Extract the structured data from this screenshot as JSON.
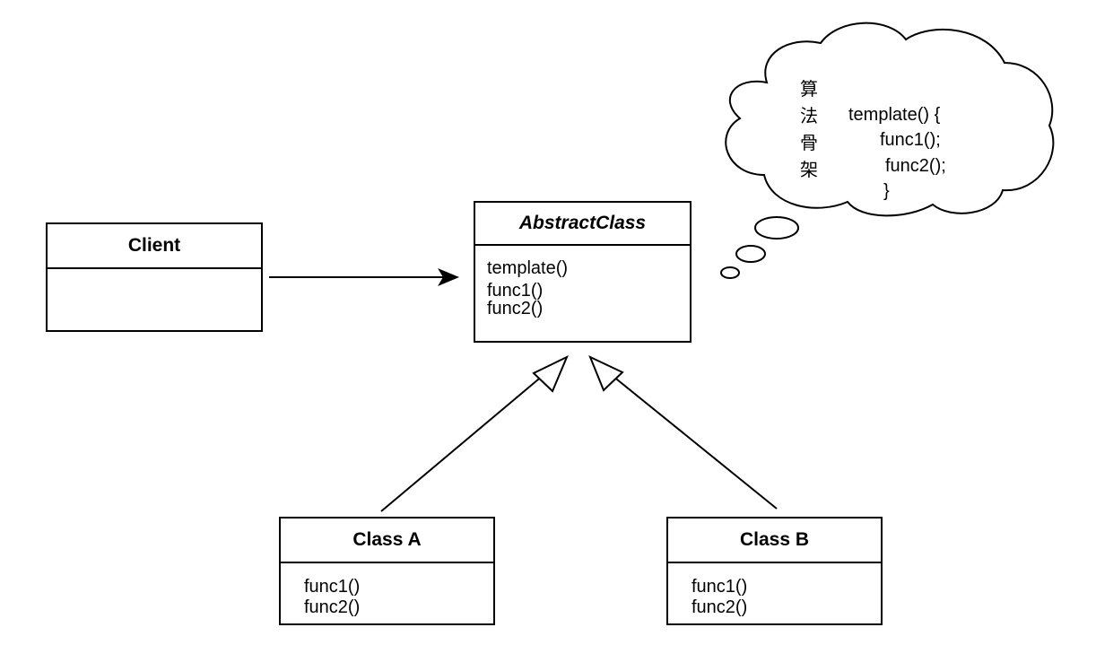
{
  "client": {
    "title": "Client",
    "methods": []
  },
  "abstract_class": {
    "title": "AbstractClass",
    "methods": [
      "template()",
      "func1()",
      "func2()"
    ]
  },
  "class_a": {
    "title": "Class A",
    "methods": [
      "func1()",
      "func2()"
    ]
  },
  "class_b": {
    "title": "Class B",
    "methods": [
      "func1()",
      "func2()"
    ]
  },
  "thought_cloud": {
    "vertical_label": [
      "算",
      "法",
      "骨",
      "架"
    ],
    "code_lines": [
      "template() {",
      "func1();",
      "func2();",
      "}"
    ]
  },
  "relations": [
    {
      "type": "association",
      "from": "Client",
      "to": "AbstractClass"
    },
    {
      "type": "inheritance",
      "from": "Class A",
      "to": "AbstractClass"
    },
    {
      "type": "inheritance",
      "from": "Class B",
      "to": "AbstractClass"
    }
  ],
  "colors": {
    "stroke": "#000000",
    "background": "#ffffff"
  }
}
